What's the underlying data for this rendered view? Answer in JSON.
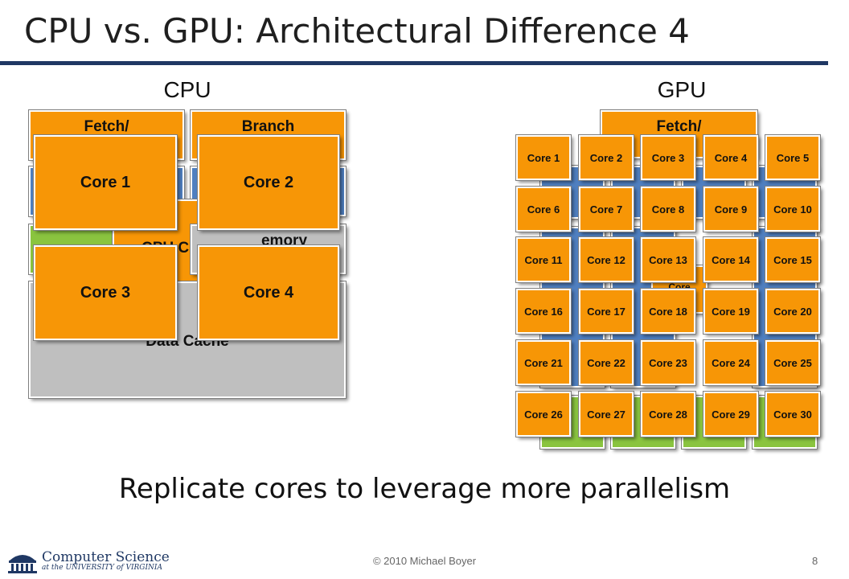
{
  "title": "CPU vs. GPU: Architectural Difference 4",
  "cpu": {
    "label": "CPU",
    "fetch": "Fetch/",
    "branch": "Branch",
    "cpu_core_partial": "CPU C",
    "memory_partial": "emory",
    "data_cache": "Data Cache",
    "cores": [
      "Core 1",
      "Core 2",
      "Core 3",
      "Core 4"
    ]
  },
  "gpu": {
    "label": "GPU",
    "fetch": "Fetch/",
    "core_partial": "Core",
    "cores": [
      "Core 1",
      "Core 2",
      "Core 3",
      "Core 4",
      "Core 5",
      "Core 6",
      "Core 7",
      "Core 8",
      "Core 9",
      "Core 10",
      "Core 11",
      "Core 12",
      "Core 13",
      "Core 14",
      "Core 15",
      "Core 16",
      "Core 17",
      "Core 18",
      "Core 19",
      "Core 20",
      "Core 21",
      "Core 22",
      "Core 23",
      "Core 24",
      "Core 25",
      "Core 26",
      "Core 27",
      "Core 28",
      "Core 29",
      "Core 30"
    ]
  },
  "caption": "Replicate cores to leverage more parallelism",
  "footer": "© 2010 Michael Boyer",
  "page_number": "8",
  "logo": {
    "line1": "Computer Science",
    "line2": "at the UNIVERSITY of VIRGINIA"
  },
  "colors": {
    "core": "#f79606",
    "blue": "#4f7fc0",
    "green": "#8ac43f",
    "gray": "#bfbfbf",
    "rule": "#1f3864"
  }
}
